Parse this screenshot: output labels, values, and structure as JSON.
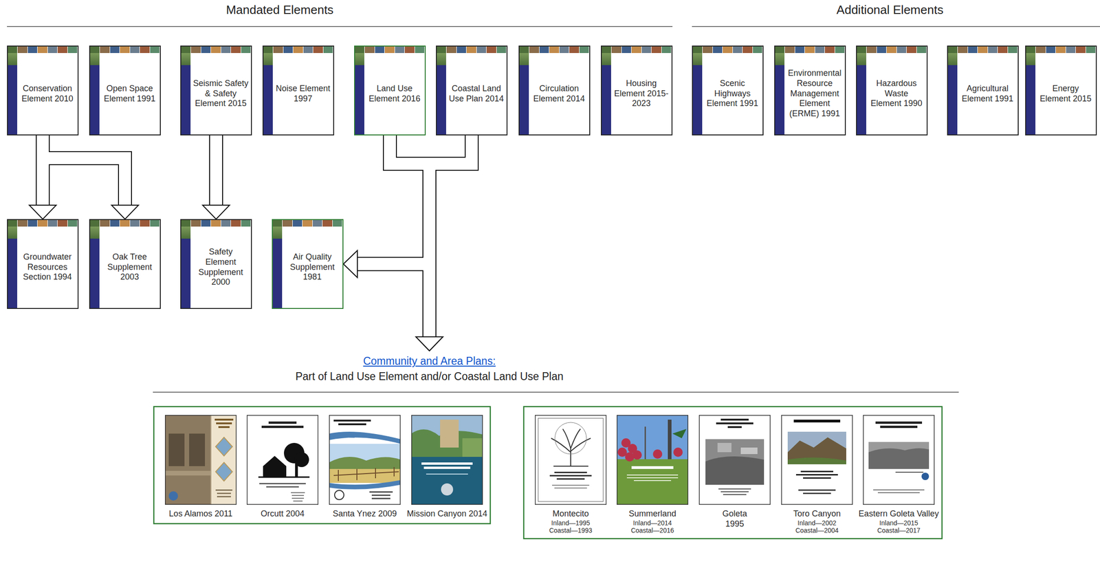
{
  "diagram": {
    "nodes": [
      {
        "text": [
          "Conservation Element 2010"
        ]
      },
      {
        "text": [
          "Open Space Element 1991"
        ]
      },
      {
        "text": [
          "Seismic Safety & Safety Element 2015"
        ]
      },
      {
        "text": [
          "Noise Element 1997"
        ]
      },
      {
        "text": [
          "Land Use Element 2016"
        ]
      },
      {
        "text": [
          "Coastal Land Use Plan 2014"
        ]
      },
      {
        "text": [
          "Circulation Element 2014"
        ]
      },
      {
        "text": [
          "Housing Element 2015-2023"
        ]
      },
      {
        "text": [
          "Scenic Highways Element 1991"
        ]
      },
      {
        "text": [
          "Environmental Resource Management Element (ERME) 1991"
        ]
      },
      {
        "text": [
          "Hazardous Waste Element 1990"
        ]
      },
      {
        "text": [
          "Agricultural Element 1991"
        ]
      },
      {
        "text": [
          "Energy Element 2015"
        ]
      },
      {
        "text": [
          "Groundwater Resources Section 1994"
        ]
      },
      {
        "text": [
          "Oak Tree Supplement 2003"
        ]
      },
      {
        "text": [
          "Safety Element Supplement 2000"
        ]
      },
      {
        "text": [
          "Air Quality Supplement 1981"
        ]
      },
      {
        "text": [
          "Community and Area Plans:",
          "Part of Land Use Element and/or Coastal Land Use Plan"
        ]
      },
      {
        "text": [
          "Los Alamos 2011"
        ]
      },
      {
        "text": [
          "Orcutt 2004"
        ]
      },
      {
        "text": [
          "Santa Ynez 2009"
        ]
      },
      {
        "text": [
          "Mission Canyon 2014"
        ]
      },
      {
        "text": [
          "Montecito",
          "Inland—1995",
          "Coastal—1993"
        ]
      },
      {
        "text": [
          "Summerland",
          "Inland—2014",
          "Coastal—2016"
        ]
      },
      {
        "text": [
          "Goleta",
          "1995"
        ]
      },
      {
        "text": [
          "Toro Canyon",
          "Inland—2002",
          "Coastal—2004"
        ]
      },
      {
        "text": [
          "Eastern Goleta Valley",
          "Inland—2015",
          "Coastal—2017"
        ]
      }
    ],
    "edges": [
      {
        "from": 0,
        "to": 13,
        "arrow": "to"
      },
      {
        "from": 0,
        "to": 14,
        "arrow": "to"
      },
      {
        "from": 2,
        "to": 15,
        "arrow": "to"
      },
      {
        "from": 4,
        "to": 16,
        "arrow": "to"
      },
      {
        "from": 5,
        "to": 16,
        "arrow": "to"
      },
      {
        "from": 4,
        "to": 17,
        "arrow": "to"
      },
      {
        "from": 5,
        "to": 17,
        "arrow": "to"
      }
    ],
    "labels": [
      "Mandated Elements",
      "Additional Elements"
    ]
  }
}
